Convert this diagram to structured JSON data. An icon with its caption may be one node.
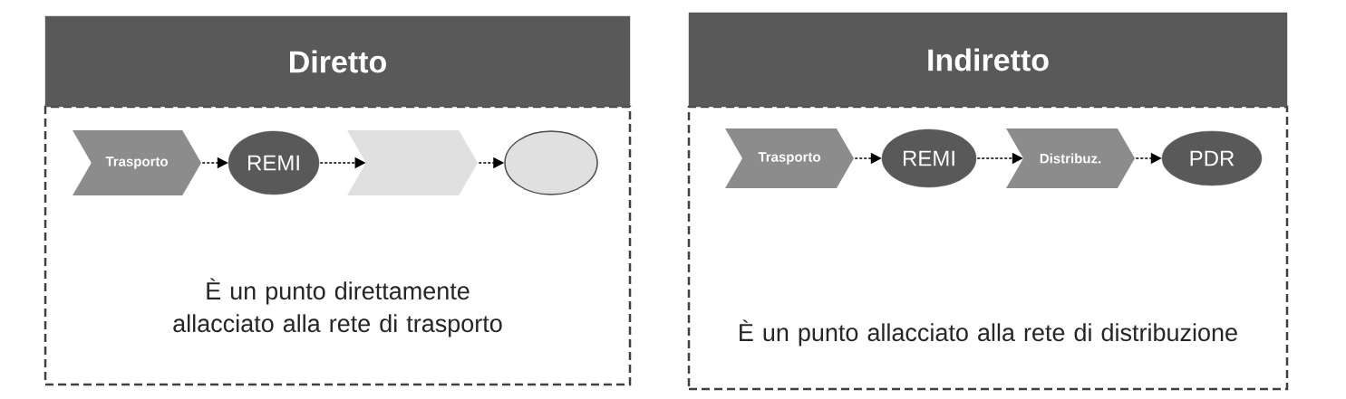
{
  "diagram": {
    "nodes": [
      {
        "text": [
          "Diretto",
          "È un punto direttamente allacciato alla rete di trasporto"
        ]
      },
      {
        "text": [
          "Trasporto"
        ],
        "in": 0
      },
      {
        "text": [
          "REMI"
        ],
        "in": 0
      },
      {
        "text": [],
        "shape": "chevron",
        "in": 0
      },
      {
        "text": [],
        "shape": "ellipse",
        "in": 0
      },
      {
        "text": [
          "Indiretto",
          "È un punto allacciato alla rete di distribuzione"
        ]
      },
      {
        "text": [
          "Trasporto"
        ],
        "in": 5
      },
      {
        "text": [
          "REMI"
        ],
        "in": 5
      },
      {
        "text": [
          "Distribuz."
        ],
        "in": 5
      },
      {
        "text": [
          "PDR"
        ],
        "in": 5
      }
    ],
    "edges": [
      {
        "from": 1,
        "to": 2,
        "arrow": "to",
        "style": "dashed"
      },
      {
        "from": 2,
        "to": 3,
        "arrow": "to",
        "style": "dashed"
      },
      {
        "from": 3,
        "to": 4,
        "arrow": "to",
        "style": "dashed"
      },
      {
        "from": 6,
        "to": 7,
        "arrow": "to",
        "style": "dashed"
      },
      {
        "from": 7,
        "to": 8,
        "arrow": "to",
        "style": "dashed"
      },
      {
        "from": 8,
        "to": 9,
        "arrow": "to",
        "style": "dashed"
      }
    ]
  }
}
